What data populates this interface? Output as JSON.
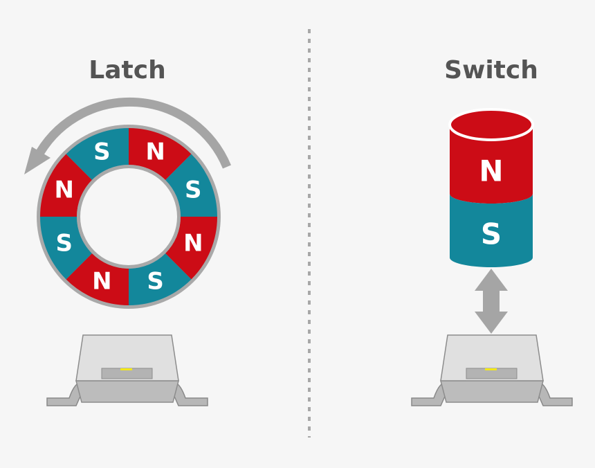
{
  "latch": {
    "title": "Latch",
    "ring_poles": [
      "S",
      "N",
      "S",
      "N",
      "S",
      "N",
      "S",
      "N"
    ]
  },
  "switch": {
    "title": "Switch",
    "top_pole": "N",
    "bottom_pole": "S"
  },
  "colors": {
    "north": "#cc0c16",
    "south": "#13879b",
    "ring_border": "#a9a9a9",
    "arrow": "#a5a5a5",
    "chip_body": "#e0e0e0",
    "chip_base": "#bcbcbc",
    "sensor": "#f3e81a",
    "divider": "#a8a8a8"
  },
  "icons": {
    "rotation": "counterclockwise-arrow-icon",
    "motion": "vertical-double-arrow-icon"
  }
}
